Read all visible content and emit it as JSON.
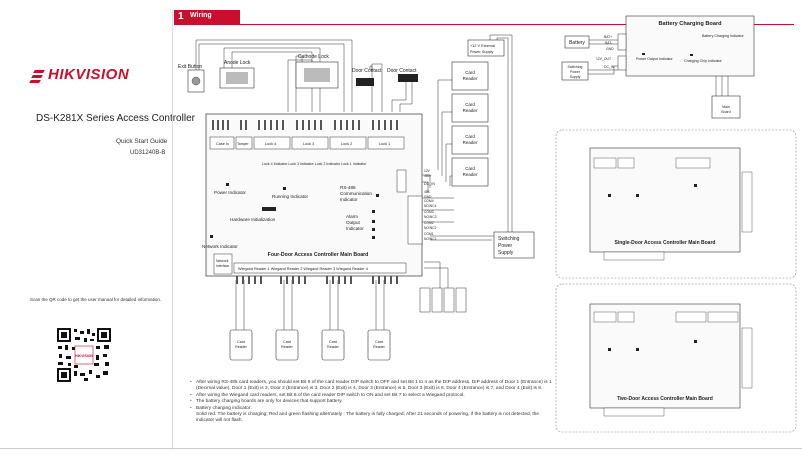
{
  "brand": {
    "logo_text": "HIKVISION",
    "accent_color": "#c8102e"
  },
  "document": {
    "title": "DS-K281X  Series  Access  Controller",
    "subtitle": "Quick  Start  Guide",
    "code": "UD31240B-B",
    "scan_text": "Scan the QR code to get the user manual for detailed information."
  },
  "section": {
    "number": "1",
    "label": "Wiring"
  },
  "top_devices": {
    "exit_button": "Exit  Button",
    "anode_lock": "Anode  Lock",
    "cathode_lock": "Cathode  Lock",
    "door_contact_1": "Door  Contact",
    "door_contact_2": "Door  Contact",
    "external_supply_1": "+12  V  External",
    "external_supply_2": "Power  Supply",
    "card_reader_label_1": "Card",
    "card_reader_label_2": "Reader",
    "switching_supply_1": "Switching",
    "switching_supply_2": "Power",
    "switching_supply_3": "Supply"
  },
  "main_board": {
    "title": "Four-Door Access Controller Main Board",
    "power_indicator": "Power  Indicator",
    "running_indicator": "Running  Indicator",
    "hardware_init": "Hardware  Initialization",
    "rs485_1": "RS-485",
    "rs485_2": "Communication",
    "rs485_3": "Indicator",
    "alarm_1": "Alarm",
    "alarm_2": "Output",
    "alarm_3": "Indicator",
    "network_indicator": "Network  Indicator",
    "network_interface_1": "Network",
    "network_interface_2": "Interface",
    "case_in": "Case  In",
    "tamper": "Tamper",
    "lock4": "Lock 4",
    "lock3": "Lock 3",
    "lock2": "Lock 2",
    "lock1": "Lock 1",
    "lock_indicator_row": "Lock  4  Indicator  Lock  3  Indicator  Lock  2  Indicator  Lock  1  Indicator",
    "wiegand_row": "Wiegand  Reader  1   Wiegand  Reader  2   Wiegand  Reader  3   Wiegand  Reader  4",
    "dc_in": "DC_IN",
    "com_labels": [
      "COM4",
      "NO/NC4",
      "COM3",
      "NO/NC3",
      "COM2",
      "NO/NC2",
      "COM1",
      "NO/NC1"
    ],
    "rs485_labels": [
      "12V",
      "485+",
      "485-",
      "GND"
    ]
  },
  "battery_board": {
    "title": "Battery Charging Board",
    "battery": "Battery",
    "charging_indicator": "Battery  Charging  Indicator",
    "power_output": "Power  Output  Indicator",
    "charging_chip": "Charging  Chip  Indicator",
    "bat_plus": "BAT+",
    "bat_minus": "BAT-",
    "gnd": "GND",
    "out_12v": "12V_OUT",
    "dc_in": "DC_IN",
    "switching_1": "Switching",
    "switching_2": "Power",
    "switching_3": "Supply",
    "main_board_1": "Main",
    "main_board_2": "Board"
  },
  "single_board": {
    "title": "Single-Door Access Controller Main Board"
  },
  "two_board": {
    "title": "Two-Door Access Controller  Main  Board"
  },
  "notes": [
    "After wiring RS-485 card readers, you should set Bit 6 of the card reader DIP switch to OFF and set Bit 1 to 4 as the DIP address. DIP address of Door 1 (Entrance) is 1 (Decimal value), Door 1 (Exit) is 2, Door 2 (Entrance) is 3, Door 2 (Exit) is 4, Door 3 (Entrance) is 5, Door 3 (Exit) is 6, Door 4 (Entrance) is 7, and Door 4 (Exit) is 8.",
    "After wiring the Wiegand card readers, set Bit 6 of the card reader DIP switch to ON and set Bit 7 to select a Wiegand protocol.",
    "The battery charging boards are only for devices that support battery.",
    "Battery  charging indicator:"
  ],
  "note_sub": "Solid red: The battery is charging; Red and green flashing alternately : The battery is fully charged; After 21 seconds of powering, if the battery is not detected, the indicator will not flash."
}
